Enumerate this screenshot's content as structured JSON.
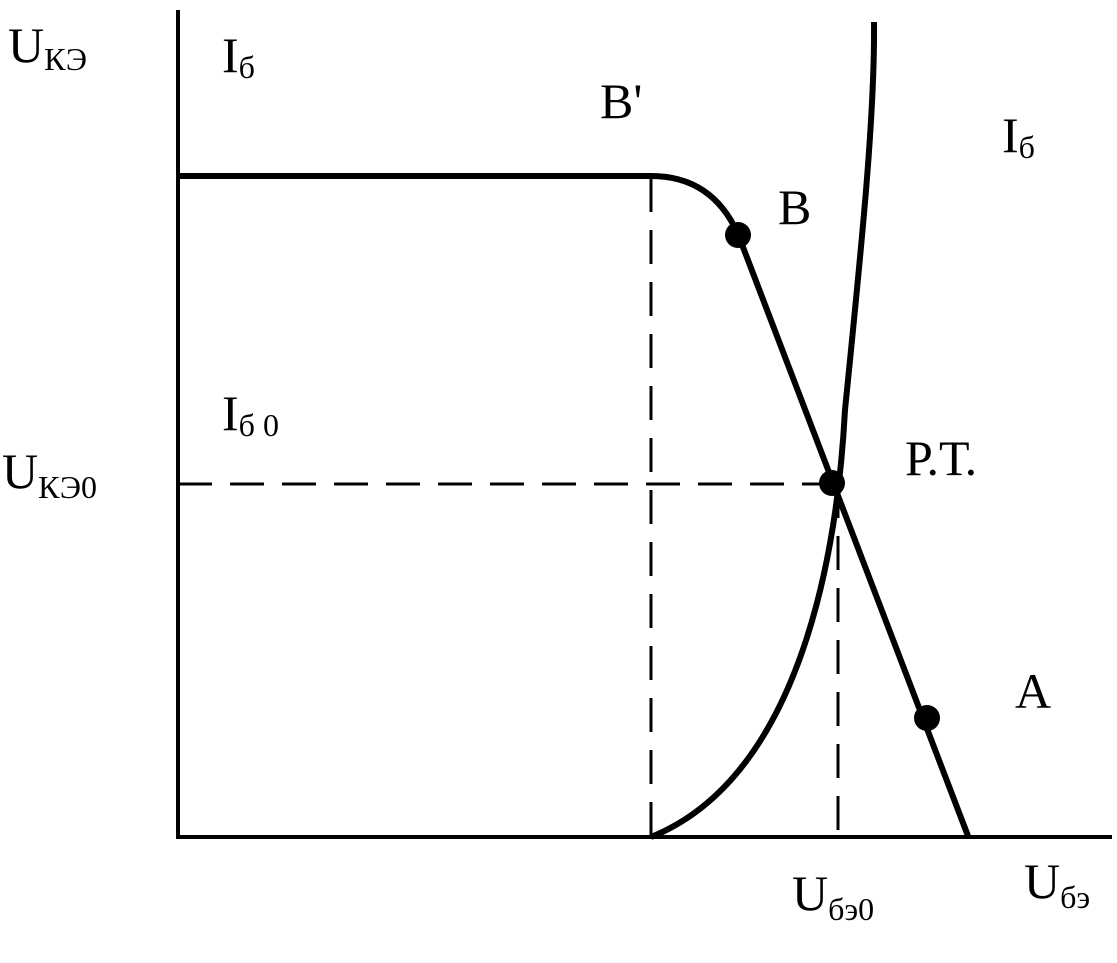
{
  "axes": {
    "y_left_main": "U",
    "y_left_sub": "КЭ",
    "y_right_main": "I",
    "y_right_sub": "б",
    "x_main": "U",
    "x_sub": "бэ"
  },
  "labels": {
    "b_prime": "B'",
    "b": "B",
    "rt": "Р.Т.",
    "a": "A",
    "ib_right_main": "I",
    "ib_right_sub": "б",
    "ib0_main": "I",
    "ib0_sub": "б 0",
    "uke0_main": "U",
    "uke0_sub": "КЭ0",
    "ube0_main": "U",
    "ube0_sub": "бэ0"
  },
  "colors": {
    "line": "#000000",
    "background": "#ffffff"
  }
}
